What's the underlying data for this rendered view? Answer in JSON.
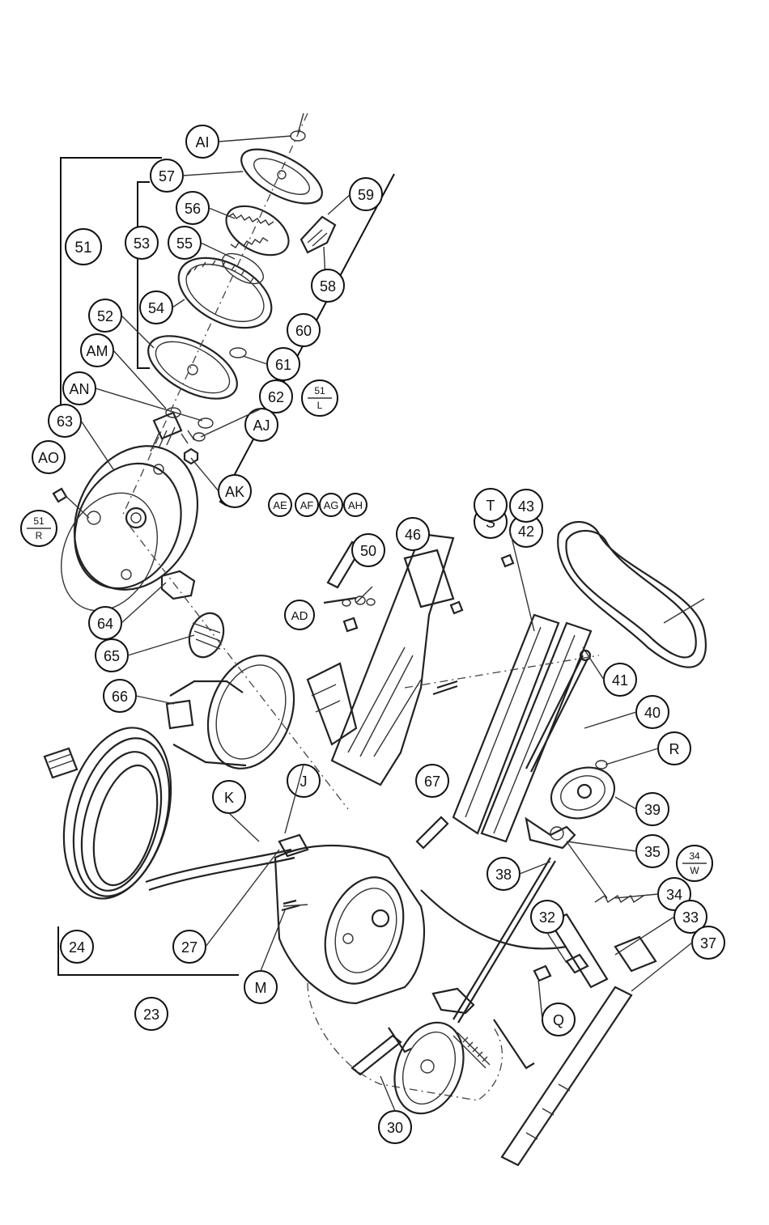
{
  "callouts": [
    {
      "id": "AI",
      "label": "AI"
    },
    {
      "id": "57",
      "label": "57"
    },
    {
      "id": "51",
      "label": "51"
    },
    {
      "id": "53",
      "label": "53"
    },
    {
      "id": "56",
      "label": "56"
    },
    {
      "id": "59",
      "label": "59"
    },
    {
      "id": "55",
      "label": "55"
    },
    {
      "id": "54",
      "label": "54"
    },
    {
      "id": "58",
      "label": "58"
    },
    {
      "id": "52",
      "label": "52"
    },
    {
      "id": "60",
      "label": "60"
    },
    {
      "id": "AM",
      "label": "AM"
    },
    {
      "id": "61",
      "label": "61"
    },
    {
      "id": "AN",
      "label": "AN"
    },
    {
      "id": "62",
      "label": "62"
    },
    {
      "id": "63",
      "label": "63"
    },
    {
      "id": "AJ",
      "label": "AJ"
    },
    {
      "id": "AO",
      "label": "AO"
    },
    {
      "id": "AK",
      "label": "AK"
    },
    {
      "id": "AE",
      "label": "AE"
    },
    {
      "id": "AF",
      "label": "AF"
    },
    {
      "id": "AG",
      "label": "AG"
    },
    {
      "id": "AH",
      "label": "AH"
    },
    {
      "id": "50",
      "label": "50"
    },
    {
      "id": "S",
      "label": "S"
    },
    {
      "id": "T",
      "label": "T"
    },
    {
      "id": "46",
      "label": "46"
    },
    {
      "id": "42",
      "label": "42"
    },
    {
      "id": "43",
      "label": "43"
    },
    {
      "id": "AD",
      "label": "AD"
    },
    {
      "id": "64",
      "label": "64"
    },
    {
      "id": "65",
      "label": "65"
    },
    {
      "id": "66",
      "label": "66"
    },
    {
      "id": "41",
      "label": "41"
    },
    {
      "id": "40",
      "label": "40"
    },
    {
      "id": "J",
      "label": "J"
    },
    {
      "id": "K",
      "label": "K"
    },
    {
      "id": "67",
      "label": "67"
    },
    {
      "id": "R",
      "label": "R"
    },
    {
      "id": "39",
      "label": "39"
    },
    {
      "id": "35",
      "label": "35"
    },
    {
      "id": "38",
      "label": "38"
    },
    {
      "id": "34",
      "label": "34"
    },
    {
      "id": "32",
      "label": "32"
    },
    {
      "id": "33",
      "label": "33"
    },
    {
      "id": "24",
      "label": "24"
    },
    {
      "id": "27",
      "label": "27"
    },
    {
      "id": "37",
      "label": "37"
    },
    {
      "id": "Q",
      "label": "Q"
    },
    {
      "id": "M",
      "label": "M"
    },
    {
      "id": "23",
      "label": "23"
    },
    {
      "id": "30",
      "label": "30"
    }
  ],
  "fraction_callouts": [
    {
      "id": "51L",
      "numerator": "51",
      "denominator": "L"
    },
    {
      "id": "51R",
      "numerator": "51",
      "denominator": "R"
    },
    {
      "id": "34W",
      "numerator": "34",
      "denominator": "W"
    }
  ]
}
